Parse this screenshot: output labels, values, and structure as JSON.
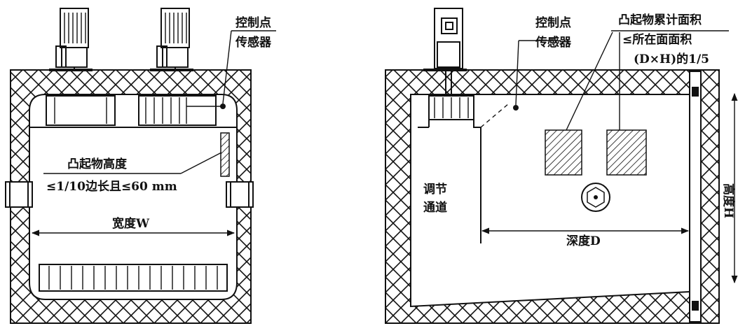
{
  "left_figure": {
    "sensor_label_line1": "控制点",
    "sensor_label_line2": "传感器",
    "protrusion_label_line1": "凸起物高度",
    "protrusion_label_line2": "≤1/10边长且≤60 mm",
    "width_label": "宽度W"
  },
  "right_figure": {
    "sensor_label_line1": "控制点",
    "sensor_label_line2": "传感器",
    "area_label_line1": "凸起物累计面积",
    "area_label_line2": "≤所在面面积",
    "area_label_line3": "(D×H)的1/5",
    "channel_label_line1": "调节",
    "channel_label_line2": "通道",
    "depth_label": "深度D",
    "height_label": "高度H"
  },
  "colors": {
    "line": "#111111",
    "background": "#ffffff"
  }
}
